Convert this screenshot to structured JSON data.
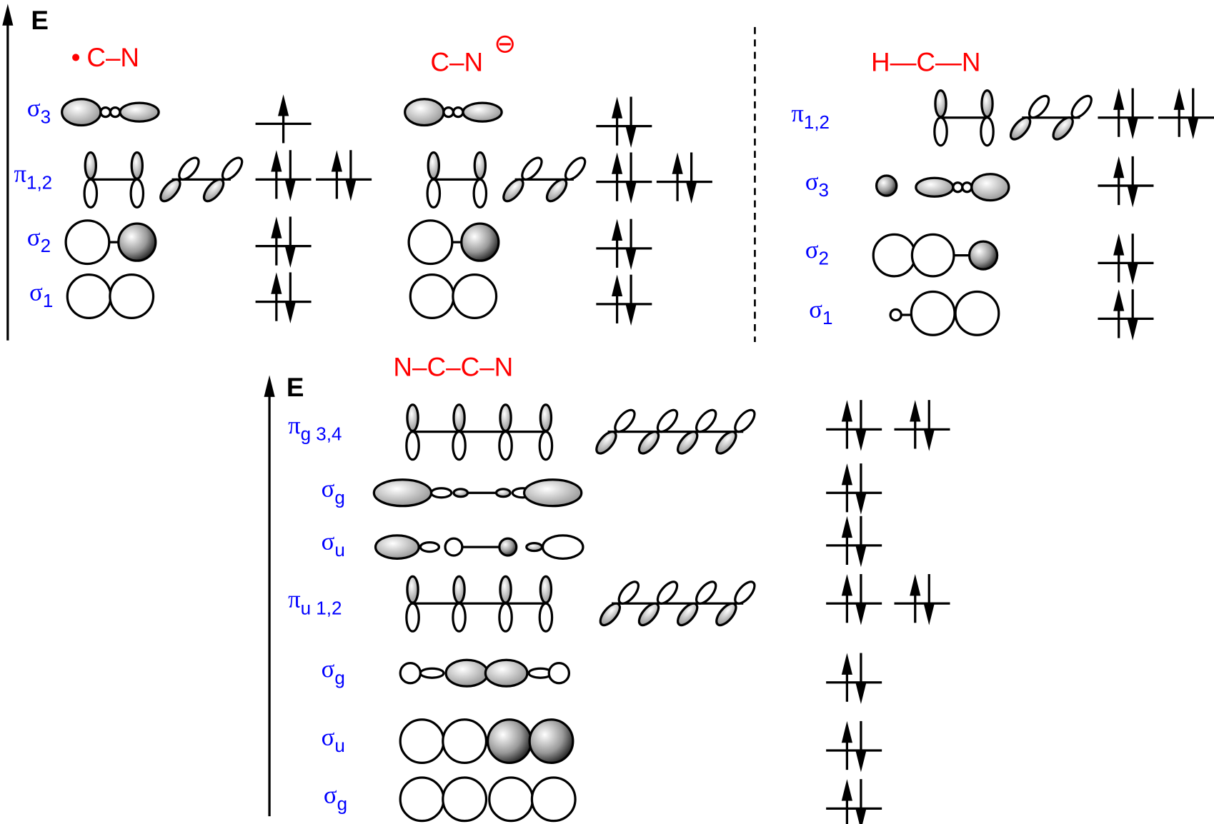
{
  "axis_label": "E",
  "molecules": [
    {
      "title": "C–N",
      "radical_dot": "•",
      "rows": [
        {
          "symbol": "σ",
          "sub": "3",
          "occupancy": [
            1
          ]
        },
        {
          "symbol": "π",
          "sub": "1,2",
          "occupancy": [
            2,
            2
          ]
        },
        {
          "symbol": "σ",
          "sub": "2",
          "occupancy": [
            2
          ]
        },
        {
          "symbol": "σ",
          "sub": "1",
          "occupancy": [
            2
          ]
        }
      ]
    },
    {
      "title": "C–N",
      "charge": "⊖",
      "rows": [
        {
          "occupancy": [
            2
          ]
        },
        {
          "occupancy": [
            2,
            2
          ]
        },
        {
          "occupancy": [
            2
          ]
        },
        {
          "occupancy": [
            2
          ]
        }
      ]
    },
    {
      "title": "H—C—N",
      "rows": [
        {
          "symbol": "π",
          "sub": "1,2",
          "occupancy": [
            2,
            2
          ]
        },
        {
          "symbol": "σ",
          "sub": "3",
          "occupancy": [
            2
          ]
        },
        {
          "symbol": "σ",
          "sub": "2",
          "occupancy": [
            2
          ]
        },
        {
          "symbol": "σ",
          "sub": "1",
          "occupancy": [
            2
          ]
        }
      ]
    },
    {
      "title": "N–C–C–N",
      "rows": [
        {
          "symbol": "π",
          "sub": "g 3,4",
          "occupancy": [
            2,
            2
          ]
        },
        {
          "symbol": "σ",
          "sub": "g",
          "occupancy": [
            2
          ]
        },
        {
          "symbol": "σ",
          "sub": "u",
          "occupancy": [
            2
          ]
        },
        {
          "symbol": "π",
          "sub": "u 1,2",
          "occupancy": [
            2,
            2
          ]
        },
        {
          "symbol": "σ",
          "sub": "g",
          "occupancy": [
            2
          ]
        },
        {
          "symbol": "σ",
          "sub": "u",
          "occupancy": [
            2
          ]
        },
        {
          "symbol": "σ",
          "sub": "g",
          "occupancy": [
            2
          ]
        }
      ]
    }
  ]
}
